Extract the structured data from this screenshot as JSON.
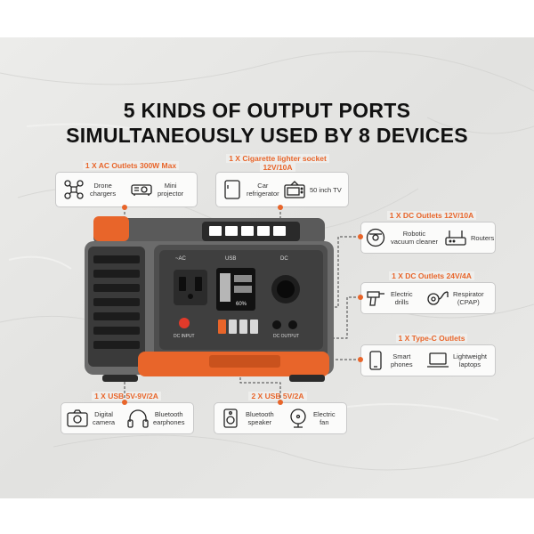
{
  "title": {
    "line1": "5 KINDS OF OUTPUT PORTS",
    "line2": "SIMULTANEOUSLY USED BY 8 DEVICES"
  },
  "groups": {
    "ac": {
      "label": "1 X AC Outlets 300W Max",
      "items": [
        {
          "icon": "drone-icon",
          "text": "Drone\nchargers"
        },
        {
          "icon": "projector-icon",
          "text": "Mini\nprojector"
        }
      ]
    },
    "cig": {
      "label_line1": "1 X Cigarette lighter socket",
      "label_line2": "12V/10A",
      "items": [
        {
          "icon": "car-fridge-icon",
          "text": "Car\nrefrigerator"
        },
        {
          "icon": "tv-icon",
          "text": "50 inch TV"
        }
      ]
    },
    "dc12": {
      "label": "1 X DC Outlets 12V/10A",
      "items": [
        {
          "icon": "robot-vacuum-icon",
          "text": "Robotic\nvacuum cleaner"
        },
        {
          "icon": "router-icon",
          "text": "Routers"
        }
      ]
    },
    "dc24": {
      "label": "1 X DC Outlets 24V/4A",
      "items": [
        {
          "icon": "drill-icon",
          "text": "Electric\ndrills"
        },
        {
          "icon": "respirator-icon",
          "text": "Respirator\n(CPAP)"
        }
      ]
    },
    "typec": {
      "label": "1 X Type-C Outlets",
      "items": [
        {
          "icon": "phone-icon",
          "text": "Smart\nphones"
        },
        {
          "icon": "laptop-icon",
          "text": "Lightweight\nlaptops"
        }
      ]
    },
    "usb9v": {
      "label": "1 X USB 5V-9V/2A",
      "items": [
        {
          "icon": "camera-icon",
          "text": "Digital\ncamera"
        },
        {
          "icon": "headphones-icon",
          "text": "Bluetooth\nearphones"
        }
      ]
    },
    "usb5v": {
      "label": "2 X USB 5V/2A",
      "items": [
        {
          "icon": "speaker-icon",
          "text": "Bluetooth\nspeaker"
        },
        {
          "icon": "fan-icon",
          "text": "Electric\nfan"
        }
      ]
    }
  },
  "station": {
    "ac_label": "~AC",
    "usb_label": "USB",
    "dc_label": "DC",
    "display_percent": "60%",
    "dc_input": "DC INPUT",
    "dc_output": "DC OUTPUT"
  },
  "colors": {
    "accent": "#e8652a",
    "station_body": "#6e6e6e",
    "station_dark": "#2b2b2b"
  }
}
